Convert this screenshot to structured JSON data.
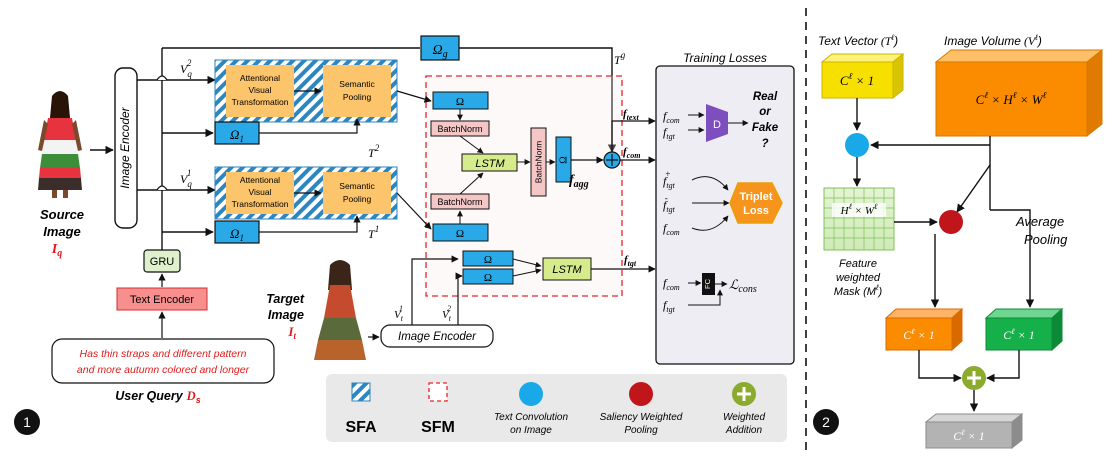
{
  "left": {
    "source_label": "Source",
    "image_label": "Image",
    "source_sym": "I",
    "source_sub": "q",
    "target_label": "Target",
    "target_image_label": "Image",
    "target_sym": "I",
    "target_sub": "t",
    "image_encoder": "Image Encoder",
    "image_encoder_bottom": "Image Encoder",
    "gru": "GRU",
    "text_encoder": "Text Encoder",
    "query_line1": "Has thin straps and different pattern",
    "query_line2": "and more autumn colored and longer",
    "user_query": "User Query",
    "ds_sym": "D",
    "ds_sub": "s",
    "vq2": "V",
    "vq2_sub": "q",
    "vq2_sup": "2",
    "vq1": "V",
    "vq1_sub": "q",
    "vq1_sup": "1",
    "omega_g": "Ω",
    "omega_g_sub": "g",
    "omega1_a": "Ω",
    "omega1_a_sub": "1",
    "omega1_b": "Ω",
    "omega1_b_sub": "1",
    "avt1": "Attentional",
    "avt2": "Visual",
    "avt3": "Transformation",
    "sp1": "Semantic",
    "sp2": "Pooling",
    "t2": "T",
    "t2_sup": "2",
    "t1": "T",
    "t1_sup": "1",
    "tg": "T",
    "tg_sup": "g",
    "omega": "Ω",
    "batchnorm": "BatchNorm",
    "lstm": "LSTM",
    "f": "f",
    "agg": "agg",
    "text": "text",
    "com": "com",
    "tgt": "tgt",
    "vt1": "V",
    "vt1_sub": "t",
    "vt1_sup": "1",
    "vt2": "V",
    "vt2_sub": "t",
    "vt2_sup": "2",
    "step1": "1",
    "step2": "2"
  },
  "losses": {
    "title": "Training Losses",
    "d": "D",
    "real": "Real",
    "or": "or",
    "fake": "Fake",
    "q": "?",
    "triplet1": "Triplet",
    "triplet2": "Loss",
    "fc": "FC",
    "l": "ℒ",
    "l_sub": "cons",
    "plus": "+",
    "minus": "-"
  },
  "legend": {
    "sfa": "SFA",
    "sfm": "SFM",
    "tconv1": "Text Convolution",
    "tconv2": "on Image",
    "swp1": "Saliency Weighted",
    "swp2": "Pooling",
    "wa1": "Weighted",
    "wa2": "Addition"
  },
  "right": {
    "text_vector": "Text Vector",
    "tv_sym": "(T",
    "tv_sup": "ℓ",
    "tv_close": ")",
    "image_volume": "Image Volume",
    "iv_sym": "(V",
    "iv_sup": "ℓ",
    "iv_close": ")",
    "c1": "C",
    "c1_sup": "ℓ",
    "c1_rest": " × 1",
    "vol": "C",
    "vol_sup1": "ℓ",
    "vol_mid": " × H",
    "vol_sup2": "ℓ",
    "vol_mid2": " × W",
    "vol_sup3": "ℓ",
    "hw": "H",
    "hw_sup1": "ℓ",
    "hw_mid": " × W",
    "hw_sup2": "ℓ",
    "average": "Average",
    "pooling": "Pooling",
    "feature": "Feature",
    "weighted": "weighted",
    "mask": "Mask (M",
    "mask_sup": "ℓ",
    "mask_close": ")",
    "out_orange": "C",
    "out_orange_sup": "ℓ",
    "out_orange_rest": " × 1",
    "out_green": "C",
    "out_green_sup": "ℓ",
    "out_green_rest": " × 1",
    "out_gray": "C",
    "out_gray_sup": "ℓ",
    "out_gray_rest": " × 1"
  },
  "colors": {
    "blue_box": "#29a9e8",
    "orange_box": "#fcc46b",
    "sfm_red": "#e8242a",
    "batchnorm": "#f5c6c6",
    "lstm": "#d6ec8c",
    "text_encoder": "#f78f8f",
    "gru": "#dff1cc",
    "discriminator": "#7d4fbe",
    "triplet": "#f7941d",
    "legend_bg": "#e9e9e9",
    "losses_bg": "#efedf4",
    "cyan_circle": "#19a8e8",
    "red_circle": "#c0161b",
    "green_circle": "#8aab2e",
    "yellow_cube": "#f7e000",
    "orange_cube": "#fb8c00",
    "green_cube": "#16b04a",
    "gray_cube": "#b3b3b3",
    "query_red": "#e31b1b"
  }
}
